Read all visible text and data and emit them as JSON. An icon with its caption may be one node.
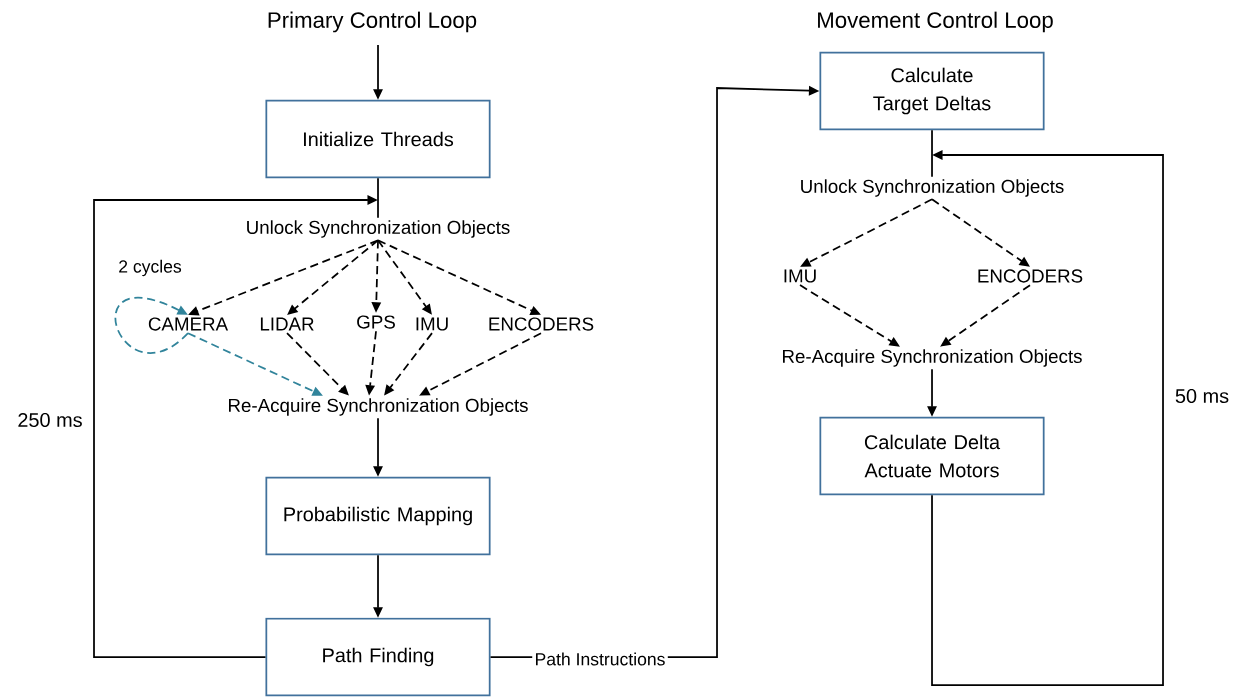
{
  "diagram": {
    "nodes": [
      {
        "text": [
          "Initialize Threads"
        ]
      },
      {
        "text": [
          "Unlock Synchronization Objects"
        ]
      },
      {
        "text": [
          "CAMERA"
        ]
      },
      {
        "text": [
          "LIDAR"
        ]
      },
      {
        "text": [
          "GPS"
        ]
      },
      {
        "text": [
          "IMU"
        ]
      },
      {
        "text": [
          "ENCODERS"
        ]
      },
      {
        "text": [
          "Re-Acquire Synchronization Objects"
        ]
      },
      {
        "text": [
          "Probabilistic Mapping"
        ]
      },
      {
        "text": [
          "Path Finding"
        ]
      },
      {
        "text": [
          "Calculate Target Deltas"
        ]
      },
      {
        "text": [
          "Unlock Synchronization Objects"
        ]
      },
      {
        "text": [
          "IMU"
        ]
      },
      {
        "text": [
          "ENCODERS"
        ]
      },
      {
        "text": [
          "Re-Acquire Synchronization Objects"
        ]
      },
      {
        "text": [
          "Calculate Delta Actuate Motors"
        ]
      }
    ],
    "edges": [
      {
        "from": null,
        "to": 0,
        "arrow": "to"
      },
      {
        "from": 0,
        "to": 1,
        "arrow": "none"
      },
      {
        "from": 9,
        "to": 1,
        "arrow": "to",
        "label": "250 ms"
      },
      {
        "from": 1,
        "to": 2,
        "arrow": "to",
        "style": "dashed"
      },
      {
        "from": 1,
        "to": 3,
        "arrow": "to",
        "style": "dashed"
      },
      {
        "from": 1,
        "to": 4,
        "arrow": "to",
        "style": "dashed"
      },
      {
        "from": 1,
        "to": 5,
        "arrow": "to",
        "style": "dashed"
      },
      {
        "from": 1,
        "to": 6,
        "arrow": "to",
        "style": "dashed"
      },
      {
        "from": 2,
        "to": 2,
        "arrow": "to",
        "style": "dashed",
        "color": "#31849b",
        "label": "2 cycles"
      },
      {
        "from": 2,
        "to": 7,
        "arrow": "to",
        "style": "dashed",
        "color": "#31849b"
      },
      {
        "from": 3,
        "to": 7,
        "arrow": "to",
        "style": "dashed"
      },
      {
        "from": 4,
        "to": 7,
        "arrow": "to",
        "style": "dashed"
      },
      {
        "from": 5,
        "to": 7,
        "arrow": "to",
        "style": "dashed"
      },
      {
        "from": 6,
        "to": 7,
        "arrow": "to",
        "style": "dashed"
      },
      {
        "from": 7,
        "to": 8,
        "arrow": "to"
      },
      {
        "from": 8,
        "to": 9,
        "arrow": "to"
      },
      {
        "from": 9,
        "to": 10,
        "arrow": "to",
        "label": "Path Instructions"
      },
      {
        "from": 10,
        "to": 11,
        "arrow": "none"
      },
      {
        "from": 15,
        "to": 11,
        "arrow": "to",
        "label": "50 ms"
      },
      {
        "from": 11,
        "to": 12,
        "arrow": "to",
        "style": "dashed"
      },
      {
        "from": 11,
        "to": 13,
        "arrow": "to",
        "style": "dashed"
      },
      {
        "from": 12,
        "to": 14,
        "arrow": "to",
        "style": "dashed"
      },
      {
        "from": 13,
        "to": 14,
        "arrow": "to",
        "style": "dashed"
      },
      {
        "from": 14,
        "to": 15,
        "arrow": "to"
      }
    ],
    "labels": [
      "Primary Control Loop",
      "Movement Control Loop"
    ]
  }
}
